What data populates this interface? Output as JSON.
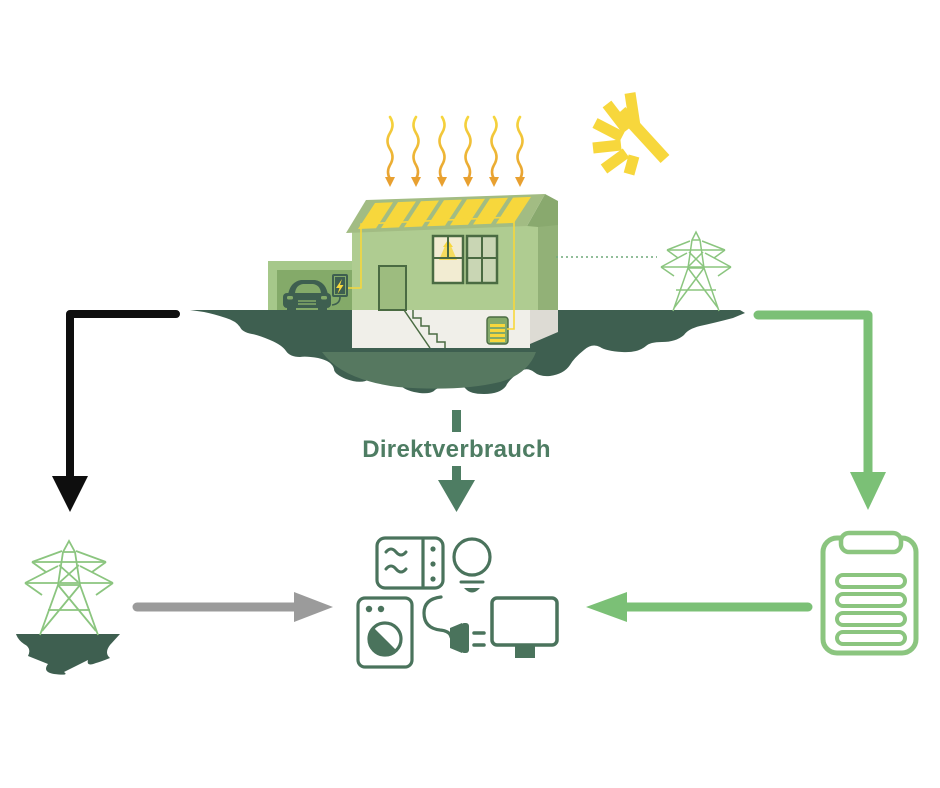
{
  "labels": {
    "direct_consumption": "Direktverbrauch"
  },
  "icons": {
    "sun": "sunburst-icon",
    "sun_rays": "sun-rays-icon",
    "house": "solar-house-illustration",
    "garage": "garage-with-ev-car",
    "ev_charger": "ev-charger-icon",
    "home_battery": "home-battery-icon",
    "pylon_right": "power-pylon-icon",
    "pylon_left": "power-pylon-icon",
    "battery_storage": "battery-storage-icon",
    "appliances": [
      "microwave-icon",
      "light-bulb-icon",
      "washing-machine-icon",
      "power-plug-icon",
      "monitor-icon"
    ]
  },
  "flows": [
    {
      "name": "grid-export-arrow",
      "direction": "left-then-down",
      "color": "#0E0E0E"
    },
    {
      "name": "battery-charge-arrow",
      "direction": "right-then-down",
      "color": "#7BC076"
    },
    {
      "name": "direct-consumption-arrow",
      "direction": "down",
      "label": "Direktverbrauch",
      "color": "#4E7D63"
    },
    {
      "name": "grid-supply-arrow",
      "direction": "right",
      "color": "#9B9B9B"
    },
    {
      "name": "battery-discharge-arrow",
      "direction": "left",
      "color": "#7BC076"
    }
  ],
  "colors": {
    "yellow": "#F7D73C",
    "orange": "#E8A030",
    "green_arrow": "#7BC076",
    "green_outline": "#8BC57F",
    "green_dotted": "#6FA97A",
    "text_green": "#4E7D63",
    "appliance_green": "#4A735C",
    "ground_green": "#3E5F50",
    "ground_light": "#567860",
    "wall_green": "#AFCC91",
    "wall_green_dark": "#92B177",
    "roof_green": "#A2BC83",
    "gable_green": "#89A96E",
    "garage_outer": "#A6C88A",
    "garage_inner": "#84AA69",
    "frame_green": "#4A6B42",
    "basement_white": "#F0EFE9",
    "basement_shadow": "#DDDBD4",
    "window_lit": "#F2ECD2",
    "window_plain": "#C9D6B4",
    "black": "#0E0E0E",
    "gray": "#9B9B9B"
  }
}
